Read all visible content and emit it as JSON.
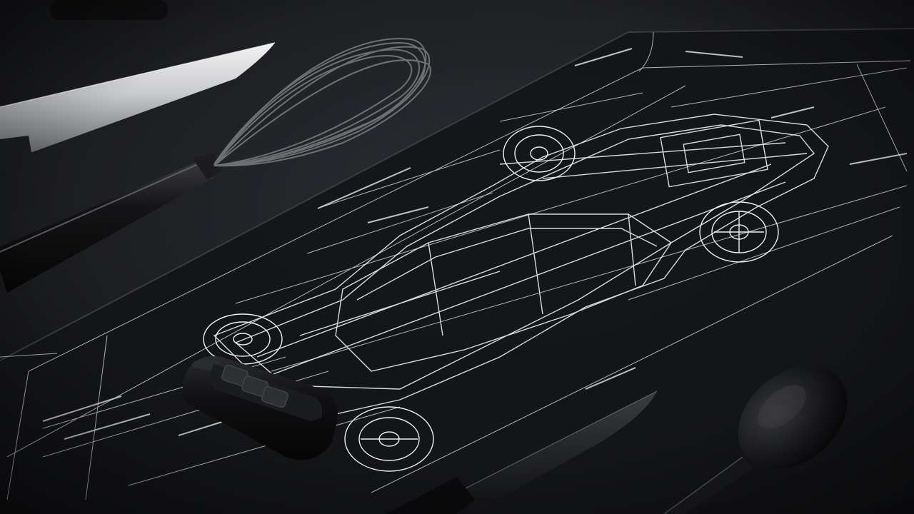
{
  "scene": {
    "subject": "car-chassis-blueprint",
    "objects": [
      "chef-knife",
      "wire-whisk",
      "blueprint-sheet",
      "car-key-fob",
      "paring-knife",
      "spoon"
    ]
  },
  "colors": {
    "countertop": "#1c1d21",
    "countertop_light": "#2c2e33",
    "blueprint_sheet": "#141517",
    "linework": "#e8eaee",
    "steel_light": "#d9dadc",
    "steel_dark": "#6d6f73",
    "handle_black": "#0c0c0e",
    "fob_body": "#101012"
  },
  "key_fob": {
    "button_count": 3
  }
}
